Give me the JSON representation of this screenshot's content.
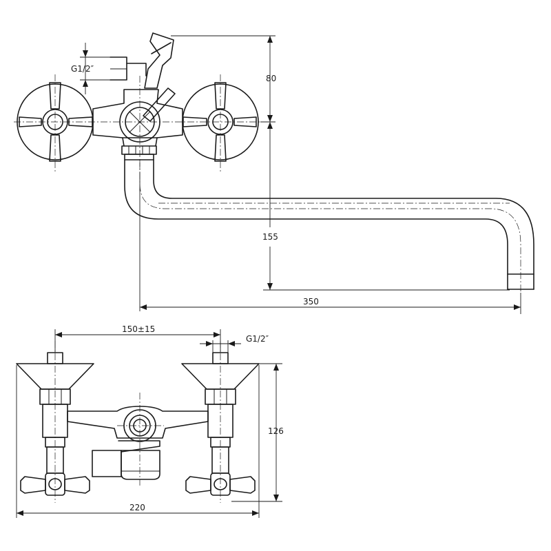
{
  "drawing": {
    "top_view": {
      "thread_label": "G1/2″",
      "height_label": "80",
      "drop_label": "155",
      "spout_label": "350"
    },
    "front_view": {
      "spacing_label": "150±15",
      "thread_label": "G1/2″",
      "height_label": "126",
      "width_label": "220"
    }
  }
}
